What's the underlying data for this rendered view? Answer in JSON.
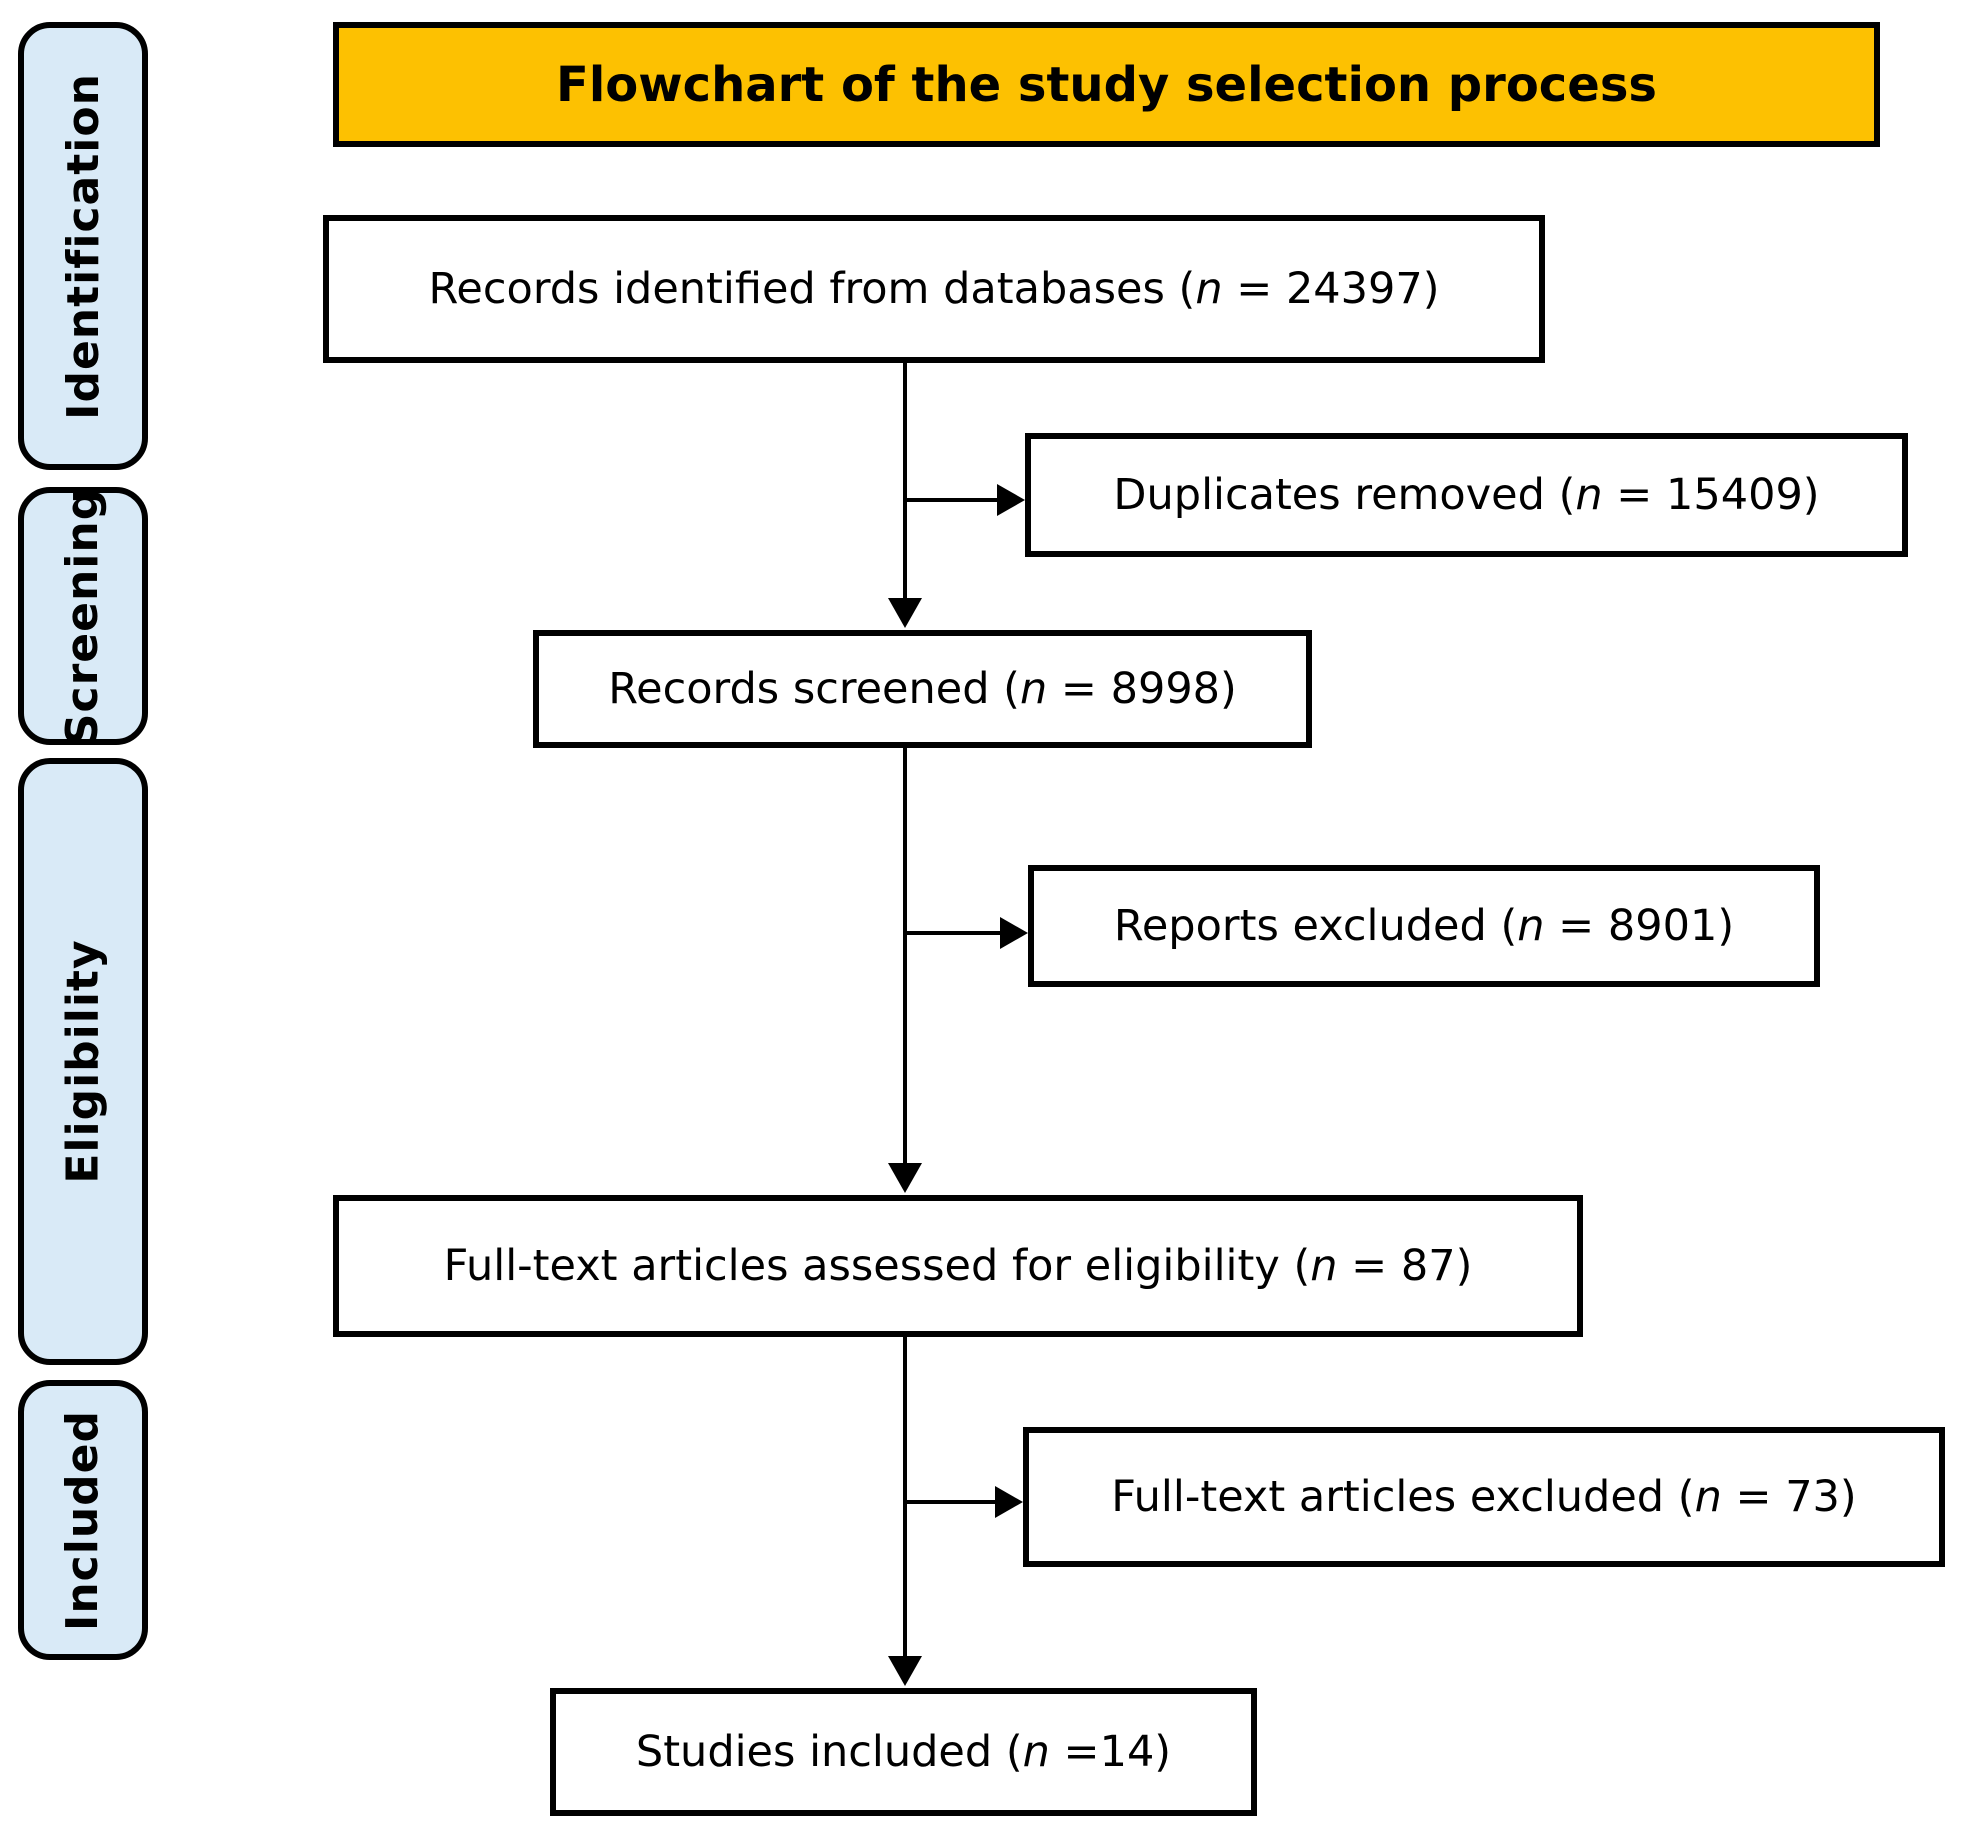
{
  "banner": {
    "label": "Flowchart of the study selection process",
    "bg_color": "#fdc101",
    "text_color": "#1a1a1a"
  },
  "sidebar": {
    "fill_color": "#d9eaf7",
    "stages": [
      {
        "label": "Identification"
      },
      {
        "label": "Screening"
      },
      {
        "label": "Eligibility"
      },
      {
        "label": "Included"
      }
    ]
  },
  "flow": {
    "boxes": [
      {
        "pre": "Records identified from databases (",
        "n": "n",
        "post": " = 24397)"
      },
      {
        "pre": "Duplicates removed (",
        "n": "n",
        "post": " = 15409)"
      },
      {
        "pre": "Records screened (",
        "n": "n",
        "post": " = 8998)"
      },
      {
        "pre": "Reports excluded (",
        "n": "n",
        "post": " = 8901)"
      },
      {
        "pre": "Full-text articles assessed for eligibility (",
        "n": "n",
        "post": " = 87)"
      },
      {
        "pre": "Full-text articles excluded (",
        "n": "n",
        "post": " = 73)"
      },
      {
        "pre": "Studies included (",
        "n": "n",
        "post": " =14)"
      }
    ]
  }
}
